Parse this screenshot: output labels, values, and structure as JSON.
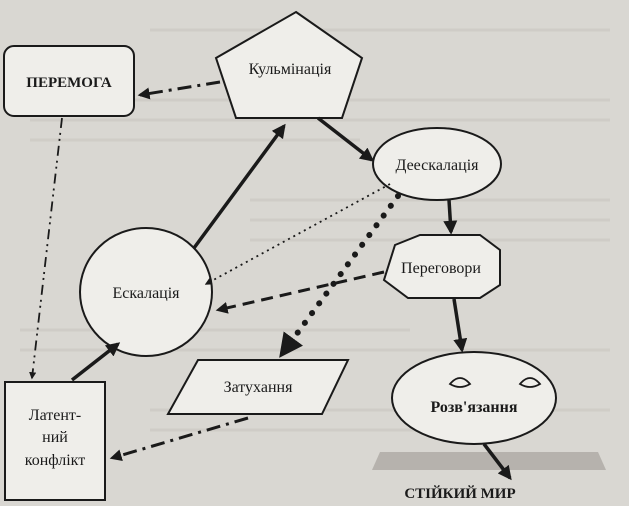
{
  "nodes": {
    "victory": "ПЕРЕМОГА",
    "culmination": "Кульмінація",
    "deescalation": "Деескалація",
    "negotiations": "Переговори",
    "escalation": "Ескалація",
    "fading": "Затухання",
    "resolution": "Розв'язання",
    "latent_line1": "Латент-",
    "latent_line2": "ний",
    "latent_line3": "конфлікт",
    "stable_peace": "СТІЙКИЙ МИР"
  },
  "colors": {
    "ink": "#1a1a1a",
    "paper": "#d9d7d2",
    "shape_fill": "#efeeea",
    "shadow": "#a9a6a0"
  }
}
